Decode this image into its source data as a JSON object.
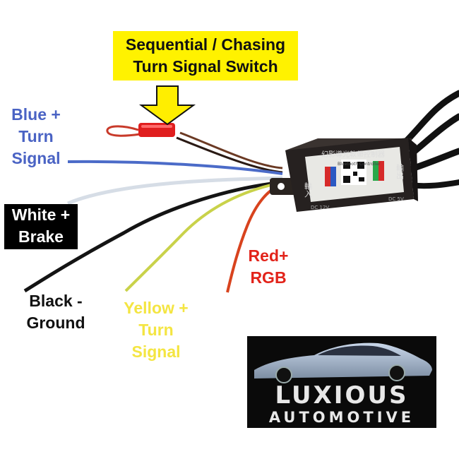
{
  "callout": {
    "line1": "Sequential / Chasing",
    "line2": "Turn Signal Switch"
  },
  "labels": {
    "blue": {
      "line1": "Blue +",
      "line2": "Turn",
      "line3": "Signal",
      "color": "#4a63c4"
    },
    "white": {
      "line1": "White +",
      "line2": "Brake",
      "background": "#000000"
    },
    "black": {
      "line1": "Black -",
      "line2": "Ground"
    },
    "yellow": {
      "line1": "Yellow +",
      "line2": "Turn",
      "line3": "Signal",
      "color": "#f4e542"
    },
    "red": {
      "line1": "Red+",
      "line2": "RGB",
      "color": "#e2231a"
    }
  },
  "controller": {
    "left_side_text": "輸入",
    "right_side_text": "輸出",
    "top_text": "幻影導光軟帶控制器",
    "subtitle_text": "Bluetooth Controller",
    "input_voltage": "DC 12V",
    "output_voltage": "DC 5V"
  },
  "logo": {
    "line1": "LUXIOUS",
    "line2": "AUTOMOTIVE"
  },
  "colors": {
    "highlight": "#fff200",
    "arrow": "#ffee00",
    "wire_blue": "#4b6bc8",
    "wire_white": "#d6dde6",
    "wire_black": "#141414",
    "wire_yellow": "#c9d24a",
    "wire_red": "#d8431e",
    "wire_brown": "#6b3a24"
  }
}
